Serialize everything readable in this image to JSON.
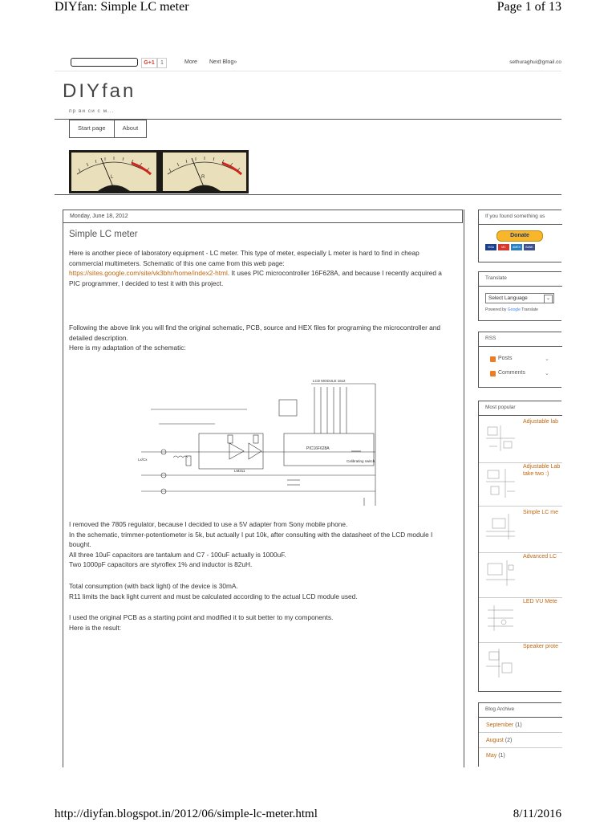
{
  "print_header": {
    "title": "DIYfan: Simple LC meter",
    "page": "Page 1 of 13"
  },
  "print_footer": {
    "url": "http://diyfan.blogspot.in/2012/06/simple-lc-meter.html",
    "date": "8/11/2016"
  },
  "navbar": {
    "gplus": "G+1",
    "gplus_count": "1",
    "more": "More",
    "next_blog": "Next Blog»",
    "email": "sethuraghui@gmail.co"
  },
  "blog": {
    "title": "DIYfan",
    "description": "пр  ви си с  м..."
  },
  "tabs": [
    {
      "label": "Start page"
    },
    {
      "label": "About"
    }
  ],
  "header_image": {
    "meter_left": "L",
    "meter_right": "R"
  },
  "post": {
    "date": "Monday, June 18, 2012",
    "title": "Simple LC meter",
    "p1": "Here is another piece of laboratory equipment - LC meter. This type of meter, especially L meter is hard to find in cheap commercial multimeters. Schematic of this one came from this web page:",
    "p1_link": "https://sites.google.com/site/vk3bhr/home/index2-html",
    "p1_tail": ". It uses PIC microcontroller 16F628A, and because I recently acquired a PIC programmer, I decided to test it with this project.",
    "p2": "Following the above link you will find the original schematic, PCB, source and HEX files for programing the microcontroller and detailed description.",
    "p3": "Here is my adaptation of the schematic:",
    "p4": [
      "I removed the 7805 regulator, because I decided to use a 5V adapter from Sony mobile phone.",
      "In the schematic, trimmer-potentiometer is 5k, but actually I put 10k, after consulting with the datasheet of the LCD module I bought.",
      "All three 10uF capacitors are tantalum and C7 - 100uF actually is 1000uF.",
      "Two 1000pF capacitors are styroflex 1% and inductor is 82uH."
    ],
    "p5": [
      "Total consumption (with back light) of the device is 30mA.",
      "R11 limits the back light current and must be calculated according to the actual LCD module used."
    ],
    "p6": [
      "I used the original PCB as a starting point and modified it to suit better to my components.",
      "Here is the result:"
    ]
  },
  "schematic": {
    "chip": "PIC16F628A",
    "lcd": "LCD MODULE 16x2",
    "calib": "Calibrating switch",
    "label_ix": "Lx/Cx",
    "lm": "LM311"
  },
  "sidebar": {
    "donate": {
      "title": "If you found something us",
      "button": "Donate",
      "cards": [
        "VISA",
        "MC",
        "AMEX",
        "BANK"
      ]
    },
    "translate": {
      "title": "Translate",
      "select": "Select Language",
      "powered_by": "Powered by",
      "google": "Google",
      "translate": "Translate"
    },
    "rss": {
      "title": "RSS",
      "items": [
        {
          "label": "Posts"
        },
        {
          "label": "Comments"
        }
      ]
    },
    "popular": {
      "title": "Most popular",
      "items": [
        {
          "label": "Adjustable lab"
        },
        {
          "label": "Adjustable Lab",
          "label2": "take two :)"
        },
        {
          "label": "Simple LC me"
        },
        {
          "label": "Advanced LC"
        },
        {
          "label": "LED VU Mete"
        },
        {
          "label": "Speaker prote"
        }
      ]
    },
    "archive": {
      "title": "Blog Archive",
      "items": [
        {
          "name": "September",
          "count": "(1)"
        },
        {
          "name": "August",
          "count": "(2)"
        },
        {
          "name": "May",
          "count": "(1)"
        }
      ]
    }
  },
  "colors": {
    "link": "#c0660f",
    "border": "#555555",
    "donate": "#f7b62b",
    "needle": "#d0261b"
  }
}
